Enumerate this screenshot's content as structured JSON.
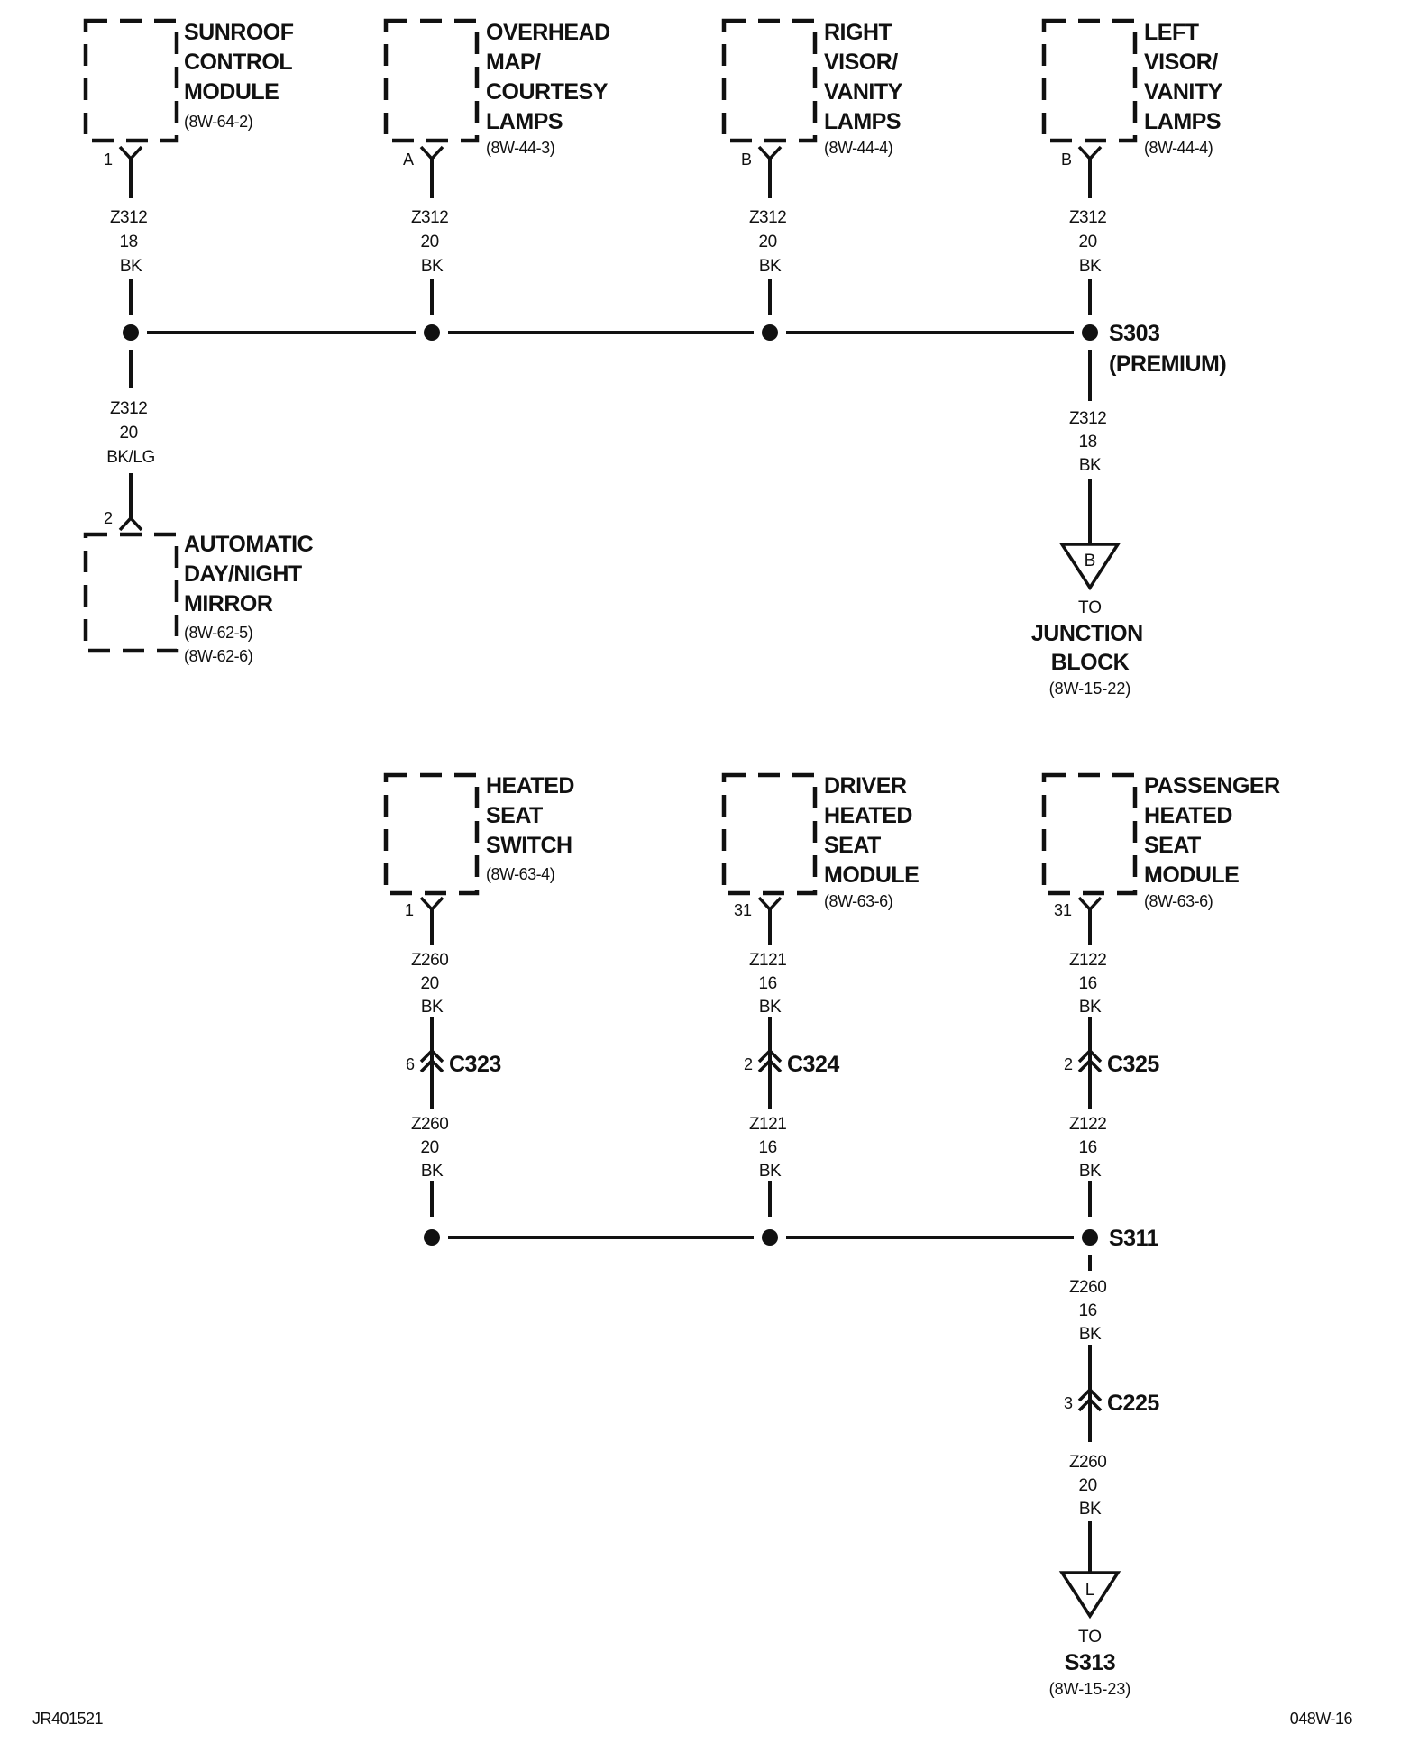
{
  "footer": {
    "left_code": "JR401521",
    "right_code": "048W-16"
  },
  "components": {
    "sunroof": {
      "lines": [
        "SUNROOF",
        "CONTROL",
        "MODULE"
      ],
      "ref": "(8W-64-2)",
      "pin": "1"
    },
    "overhead": {
      "lines": [
        "OVERHEAD",
        "MAP/",
        "COURTESY",
        "LAMPS"
      ],
      "ref": "(8W-44-3)",
      "pin": "A"
    },
    "right_visor": {
      "lines": [
        "RIGHT",
        "VISOR/",
        "VANITY",
        "LAMPS"
      ],
      "ref": "(8W-44-4)",
      "pin": "B"
    },
    "left_visor": {
      "lines": [
        "LEFT",
        "VISOR/",
        "VANITY",
        "LAMPS"
      ],
      "ref": "(8W-44-4)",
      "pin": "B"
    },
    "mirror": {
      "lines": [
        "AUTOMATIC",
        "DAY/NIGHT",
        "MIRROR"
      ],
      "refs": [
        "(8W-62-5)",
        "(8W-62-6)"
      ],
      "pin": "2"
    },
    "heated_switch": {
      "lines": [
        "HEATED",
        "SEAT",
        "SWITCH"
      ],
      "ref": "(8W-63-4)",
      "pin": "1"
    },
    "driver_module": {
      "lines": [
        "DRIVER",
        "HEATED",
        "SEAT",
        "MODULE"
      ],
      "ref": "(8W-63-6)",
      "pin": "31"
    },
    "passenger_module": {
      "lines": [
        "PASSENGER",
        "HEATED",
        "SEAT",
        "MODULE"
      ],
      "ref": "(8W-63-6)",
      "pin": "31"
    }
  },
  "wires": {
    "w_sunroof": [
      "Z312",
      "18",
      "BK"
    ],
    "w_overhead": [
      "Z312",
      "20",
      "BK"
    ],
    "w_right_visor": [
      "Z312",
      "20",
      "BK"
    ],
    "w_left_visor": [
      "Z312",
      "20",
      "BK"
    ],
    "w_mirror": [
      "Z312",
      "20",
      "BK/LG"
    ],
    "w_s303_down": [
      "Z312",
      "18",
      "BK"
    ],
    "w_switch_top": [
      "Z260",
      "20",
      "BK"
    ],
    "w_switch_bottom": [
      "Z260",
      "20",
      "BK"
    ],
    "w_driver_top": [
      "Z121",
      "16",
      "BK"
    ],
    "w_driver_bottom": [
      "Z121",
      "16",
      "BK"
    ],
    "w_pass_top": [
      "Z122",
      "16",
      "BK"
    ],
    "w_pass_bottom": [
      "Z122",
      "16",
      "BK"
    ],
    "w_s311_down": [
      "Z260",
      "16",
      "BK"
    ],
    "w_c225_down": [
      "Z260",
      "20",
      "BK"
    ]
  },
  "splices": {
    "s303": {
      "name": "S303",
      "note": "(PREMIUM)"
    },
    "s311": {
      "name": "S311"
    }
  },
  "connectors": {
    "c323": {
      "name": "C323",
      "pin": "6"
    },
    "c324": {
      "name": "C324",
      "pin": "2"
    },
    "c325": {
      "name": "C325",
      "pin": "2"
    },
    "c225": {
      "name": "C225",
      "pin": "3"
    }
  },
  "terminals": {
    "junction": {
      "letter": "B",
      "to": "TO",
      "dest": [
        "JUNCTION",
        "BLOCK"
      ],
      "ref": "(8W-15-22)"
    },
    "s313": {
      "letter": "L",
      "to": "TO",
      "dest": [
        "S313"
      ],
      "ref": "(8W-15-23)"
    }
  }
}
